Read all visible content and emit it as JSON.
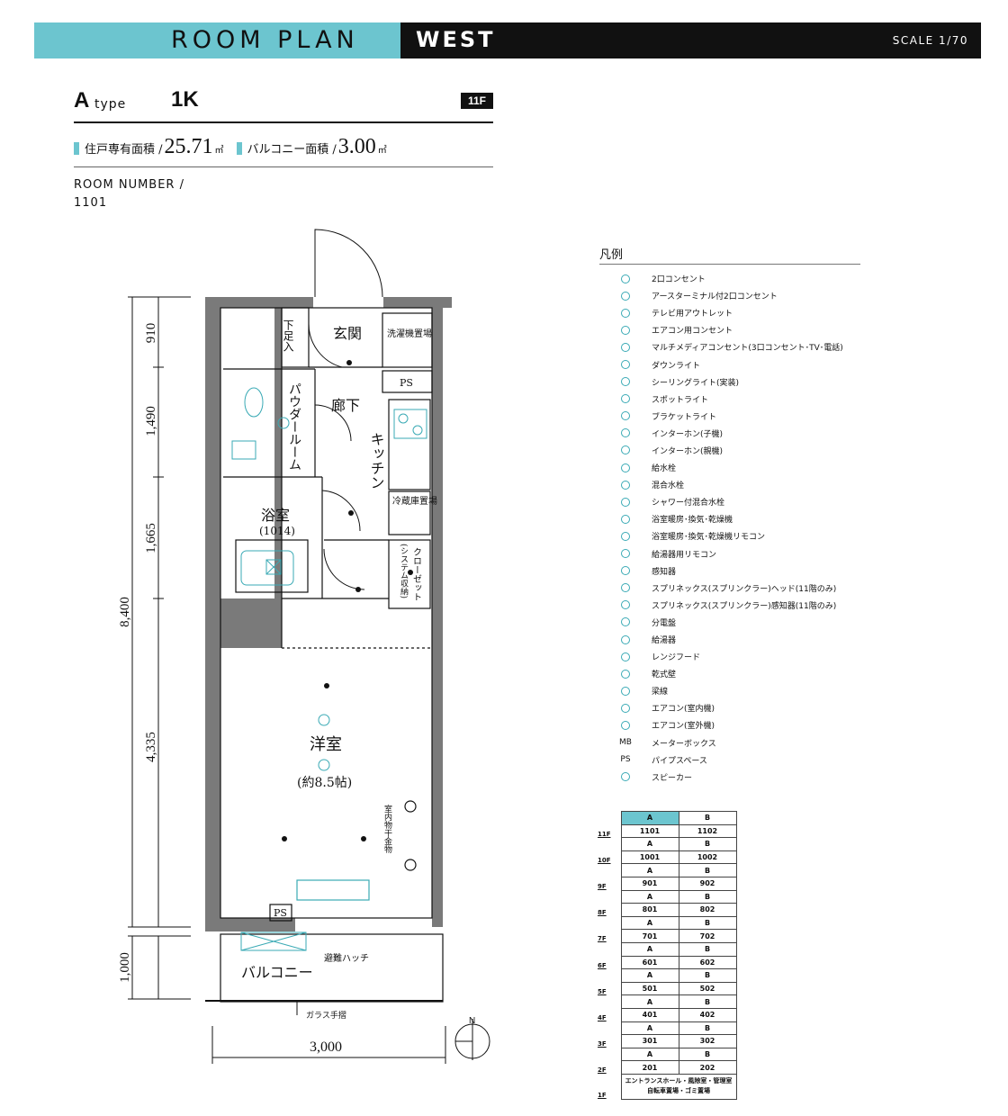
{
  "header": {
    "title": "ROOM PLAN",
    "wing": "WEST",
    "scale": "SCALE 1/70"
  },
  "unit": {
    "type_letter": "A",
    "type_word": "type",
    "layout": "1K",
    "floor_badge": "11F",
    "private_area_label": "住戸専有面積 /",
    "private_area_value": "25.71",
    "private_area_unit": "㎡",
    "balcony_area_label": "バルコニー面積 /",
    "balcony_area_value": "3.00",
    "balcony_area_unit": "㎡",
    "room_number_label": "ROOM NUMBER /",
    "room_number": "1101"
  },
  "plan": {
    "rooms": {
      "shoe_storage": "下足入",
      "entrance": "玄関",
      "washer": "洗濯機置場",
      "ps_top": "PS",
      "hallway": "廊下",
      "powder_room": "パウダールーム",
      "kitchen": "キッチン",
      "fridge": "冷蔵庫置場",
      "bath": "浴室",
      "bath_size": "(1014)",
      "closet": "クローゼット",
      "closet_sub": "(システム収納)",
      "western_room": "洋室",
      "western_room_size": "(約8.5帖)",
      "drying_rack": "室内物干金物",
      "ps_bottom": "PS",
      "balcony": "バルコニー",
      "hatch": "避難ハッチ",
      "glass_rail": "ガラス手摺",
      "north": "N"
    },
    "dimensions": {
      "total_height": "8,400",
      "d1": "910",
      "d2": "1,490",
      "d3": "1,665",
      "d4": "4,335",
      "balcony_depth": "1,000",
      "width": "3,000"
    }
  },
  "legend": {
    "title": "凡例",
    "items": [
      {
        "icon": "outlet-2-icon",
        "label": "2口コンセント"
      },
      {
        "icon": "outlet-earth-icon",
        "label": "アースターミナル付2口コンセント"
      },
      {
        "icon": "tv-outlet-icon",
        "label": "テレビ用アウトレット"
      },
      {
        "icon": "ac-outlet-icon",
        "label": "エアコン用コンセント"
      },
      {
        "icon": "multimedia-outlet-icon",
        "label": "マルチメディアコンセント(3口コンセント･TV･電話)"
      },
      {
        "icon": "downlight-icon",
        "label": "ダウンライト"
      },
      {
        "icon": "ceiling-light-icon",
        "label": "シーリングライト(実装)"
      },
      {
        "icon": "spotlight-icon",
        "label": "スポットライト"
      },
      {
        "icon": "bracket-light-icon",
        "label": "ブラケットライト"
      },
      {
        "icon": "intercom-child-icon",
        "label": "インターホン(子機)"
      },
      {
        "icon": "intercom-parent-icon",
        "label": "インターホン(親機)"
      },
      {
        "icon": "water-faucet-icon",
        "label": "給水栓"
      },
      {
        "icon": "mixer-faucet-icon",
        "label": "混合水栓"
      },
      {
        "icon": "shower-faucet-icon",
        "label": "シャワー付混合水栓"
      },
      {
        "icon": "bath-dryer-icon",
        "label": "浴室暖房･換気･乾燥機"
      },
      {
        "icon": "bath-dryer-remote-icon",
        "label": "浴室暖房･換気･乾燥機リモコン"
      },
      {
        "icon": "water-heater-remote-icon",
        "label": "給湯器用リモコン"
      },
      {
        "icon": "sensor-icon",
        "label": "感知器"
      },
      {
        "icon": "sprinkler-head-icon",
        "label": "スプリネックス(スプリンクラー)ヘッド(11階のみ)"
      },
      {
        "icon": "sprinkler-sensor-icon",
        "label": "スプリネックス(スプリンクラー)感知器(11階のみ)"
      },
      {
        "icon": "panel-board-icon",
        "label": "分電盤"
      },
      {
        "icon": "water-heater-icon",
        "label": "給湯器"
      },
      {
        "icon": "range-hood-icon",
        "label": "レンジフード"
      },
      {
        "icon": "dry-wall-icon",
        "label": "乾式壁"
      },
      {
        "icon": "beam-line-icon",
        "label": "梁線"
      },
      {
        "icon": "ac-indoor-icon",
        "label": "エアコン(室内機)"
      },
      {
        "icon": "ac-outdoor-icon",
        "label": "エアコン(室外機)"
      },
      {
        "icon": "mb-icon",
        "label": "メーターボックス",
        "code": "MB"
      },
      {
        "icon": "ps-icon",
        "label": "パイプスペース",
        "code": "PS"
      },
      {
        "icon": "speaker-icon",
        "label": "スピーカー"
      }
    ]
  },
  "floor_table": {
    "col_a": "A",
    "col_b": "B",
    "rows": [
      {
        "floor": "11F",
        "a": "1101",
        "b": "1102"
      },
      {
        "floor": "10F",
        "a": "1001",
        "b": "1002"
      },
      {
        "floor": "9F",
        "a": "901",
        "b": "902"
      },
      {
        "floor": "8F",
        "a": "801",
        "b": "802"
      },
      {
        "floor": "7F",
        "a": "701",
        "b": "702"
      },
      {
        "floor": "6F",
        "a": "601",
        "b": "602"
      },
      {
        "floor": "5F",
        "a": "501",
        "b": "502"
      },
      {
        "floor": "4F",
        "a": "401",
        "b": "402"
      },
      {
        "floor": "3F",
        "a": "301",
        "b": "302"
      },
      {
        "floor": "2F",
        "a": "201",
        "b": "202"
      }
    ],
    "ground_floor": "1F",
    "ground_note_1": "エントランスホール・風除室・管理室",
    "ground_note_2": "自転車置場・ゴミ置場"
  },
  "colors": {
    "accent": "#6cc5cf",
    "ink": "#111111",
    "wall": "#7a7a7a",
    "symbol": "#3aaab5"
  }
}
